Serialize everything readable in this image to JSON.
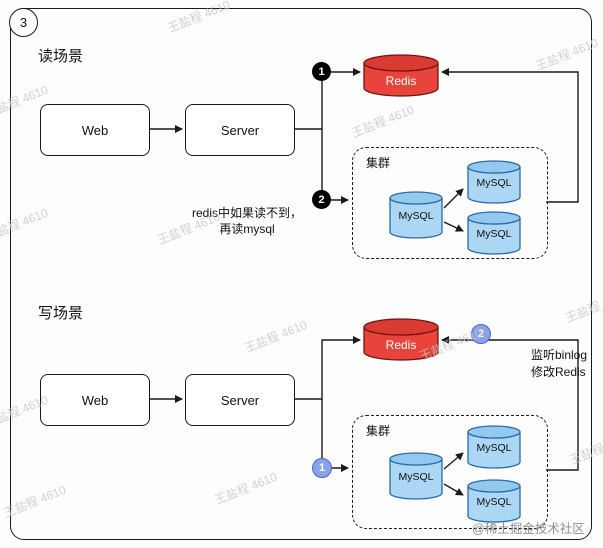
{
  "badge": "3",
  "watermark": "王盐程 4610",
  "credit": "@稀土掘金技术社区",
  "colors": {
    "redis_body": "#e8443b",
    "redis_top": "#d93a31",
    "mysql_body": "#abd7f4",
    "mysql_top": "#93c9ee",
    "step_read_bg": "#000000",
    "step_write_bg": "#8ba1e8"
  },
  "read": {
    "title": "读场景",
    "web_label": "Web",
    "server_label": "Server",
    "redis_label": "Redis",
    "step1": "1",
    "step2": "2",
    "note_line1": "redis中如果读不到，",
    "note_line2": "再读mysql",
    "cluster_label": "集群",
    "mysql_main": "MySQL",
    "mysql_top": "MySQL",
    "mysql_bottom": "MySQL"
  },
  "write": {
    "title": "写场景",
    "web_label": "Web",
    "server_label": "Server",
    "redis_label": "Redis",
    "step1": "1",
    "step2": "2",
    "note_line1": "监听binlog",
    "note_line2": "修改Redis",
    "cluster_label": "集群",
    "mysql_main": "MySQL",
    "mysql_top": "MySQL",
    "mysql_bottom": "MySQL"
  }
}
